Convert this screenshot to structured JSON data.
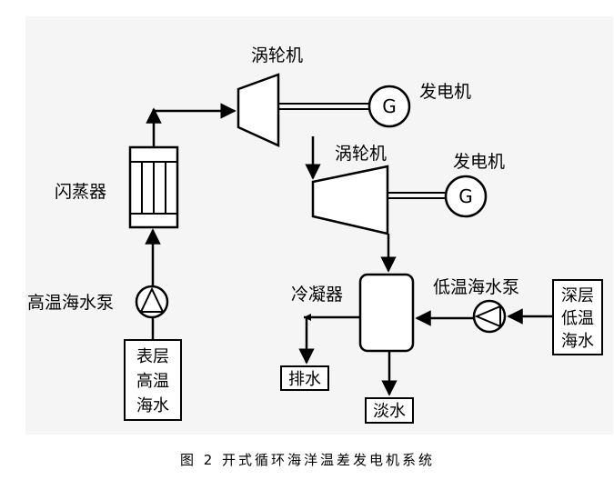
{
  "labels": {
    "turbine_top": "涡轮机",
    "generator_top": "发电机",
    "turbine_bottom": "涡轮机",
    "generator_bottom": "发电机",
    "flash_evaporator": "闪蒸器",
    "warm_pump": "高温海水泵",
    "condenser": "冷凝器",
    "cold_pump": "低温海水泵"
  },
  "boxes": {
    "surface_warm_water": [
      "表层",
      "高温",
      "海水"
    ],
    "deep_cold_water": [
      "深层",
      "低温",
      "海水"
    ],
    "drain": "排水",
    "fresh_water": "淡水"
  },
  "generator_symbol": "G",
  "caption": "图 2  开式循环海洋温差发电机系统"
}
